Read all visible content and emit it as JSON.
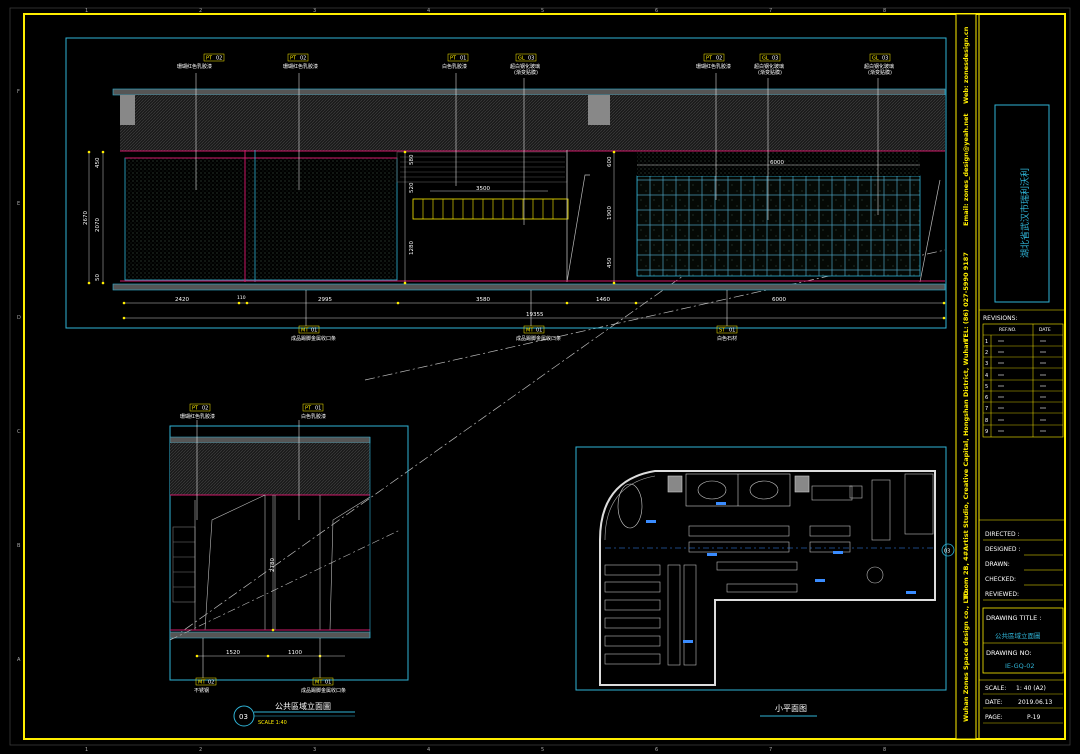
{
  "border": {
    "top_numbers": [
      "1",
      "2",
      "3",
      "4",
      "5",
      "6",
      "7",
      "8"
    ],
    "side_letters": [
      "F",
      "E",
      "D",
      "C",
      "B",
      "A"
    ]
  },
  "elevation_main": {
    "top_tags": [
      {
        "code": "PT",
        "num": "02",
        "note": "珊瑚红色乳胶漆"
      },
      {
        "code": "PT",
        "num": "02",
        "note": "珊瑚红色乳胶漆"
      },
      {
        "code": "PT",
        "num": "01",
        "note": "白色乳胶漆"
      },
      {
        "code": "GL",
        "num": "03",
        "note": "超白钢化玻璃\n(渐变贴膜)"
      },
      {
        "code": "PT",
        "num": "02",
        "note": "珊瑚红色乳胶漆"
      },
      {
        "code": "GL",
        "num": "03",
        "note": "超白钢化玻璃\n(渐变贴膜)"
      },
      {
        "code": "GL",
        "num": "03",
        "note": "超白钢化玻璃\n(渐变贴膜)"
      }
    ],
    "bottom_tags": [
      {
        "code": "MT",
        "num": "01",
        "note": "成品踢脚金属收口条"
      },
      {
        "code": "MT",
        "num": "01",
        "note": "成品踢脚金属收口条"
      },
      {
        "code": "ST",
        "num": "01",
        "note": "白色石材"
      }
    ],
    "dims_left": [
      "450",
      "2070",
      "2670",
      "50"
    ],
    "dims_mid": [
      "580",
      "520",
      "1280",
      "3500"
    ],
    "dims_right": [
      "600",
      "1900",
      "450",
      "6000"
    ],
    "dims_bottom": [
      "2420",
      "110",
      "2995",
      "3580",
      "1460",
      "6000"
    ],
    "total": "19355"
  },
  "elevation_small": {
    "top_tags": [
      {
        "code": "PT",
        "num": "02",
        "note": "珊瑚红色乳胶漆"
      },
      {
        "code": "PT",
        "num": "01",
        "note": "白色乳胶漆"
      }
    ],
    "bottom_tags": [
      {
        "code": "MT",
        "num": "02",
        "note": "不锈钢"
      },
      {
        "code": "MT",
        "num": "01",
        "note": "成品踢脚金属收口条"
      }
    ],
    "dim_height": "2780",
    "dims_bottom": [
      "1520",
      "1100"
    ],
    "title_num": "03",
    "title": "公共區域立面圖",
    "scale": "SCALE 1:40"
  },
  "plan": {
    "title": "小平面图",
    "marker": "03"
  },
  "vertical_bar": {
    "company": "Wuhan Zones Space design co., LTD.",
    "address": "Room 2B, 4#Artist Studio, Creative Capital, Hongshan District, Wuhan",
    "tel": "TEL: (86) 027-5990 9187",
    "email": "Email: zones_design@yeah.net",
    "web": "Web: zonesdesign.cn"
  },
  "title_block": {
    "project": "湖北省武汉市瑞利沃利",
    "revisions_label": "REVISIONS:",
    "ref_no_label": "REF.NO.",
    "date_label": "DATE",
    "rev_rows": [
      "1",
      "2",
      "3",
      "4",
      "5",
      "6",
      "7",
      "8",
      "9"
    ],
    "directed": "DIRECTED :",
    "designed": "DESIGNED :",
    "drawn": "DRAWN:",
    "checked": "CHECKED:",
    "reviewed": "REVIEWED:",
    "drawing_title_label": "DRAWING TITLE :",
    "drawing_title": "公共區域立面圖",
    "drawing_no_label": "DRAWING NO:",
    "drawing_no": "IE-GQ-02",
    "scale_label": "SCALE:",
    "scale_value": "1: 40  (A2)",
    "date_label2": "DATE:",
    "date_value": "2019.06.13",
    "page_label": "PAGE:",
    "page_value": "P-19"
  },
  "colors": {
    "frame": "#ffee00",
    "cyan": "#2fb3d6",
    "magenta": "#d01a6a",
    "blue": "#3a8cff",
    "white": "#ffffff"
  }
}
